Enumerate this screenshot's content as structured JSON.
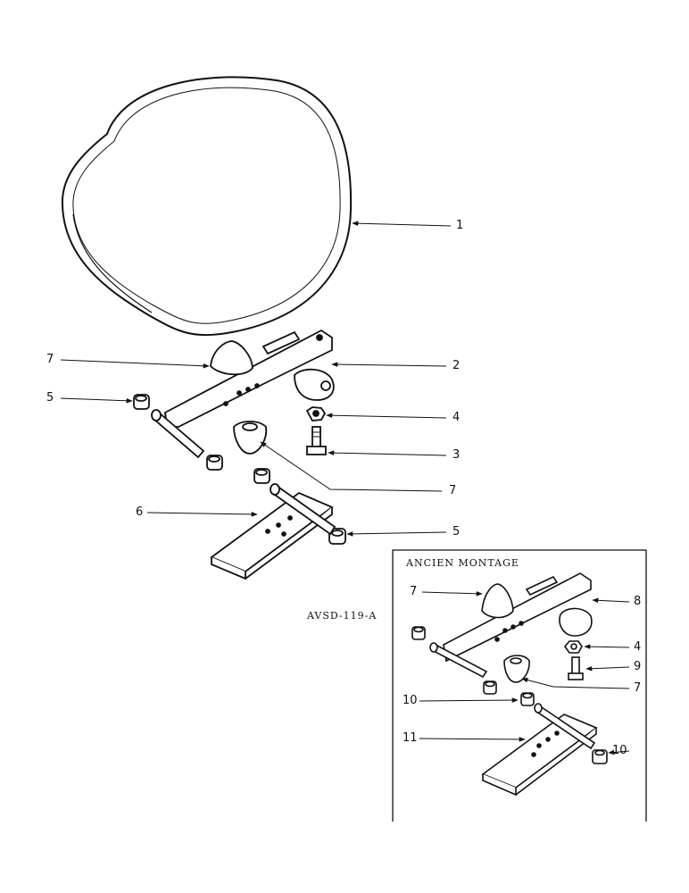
{
  "figure_code": "AVSD-119-A",
  "inset": {
    "title": "ANCIEN MONTAGE"
  },
  "callouts_main": {
    "seat": "1",
    "bracket": "2",
    "bolt": "3",
    "nut": "4",
    "bushing_left": "5",
    "bushing_right": "5",
    "base_plate": "6",
    "bumper_top": "7",
    "bumper_bottom": "7"
  },
  "callouts_inset": {
    "bumper_top": "7",
    "bracket": "8",
    "nut": "4",
    "bolt": "9",
    "bumper_bottom": "7",
    "bushing_left": "10",
    "plate": "11",
    "bushing_right": "10"
  }
}
